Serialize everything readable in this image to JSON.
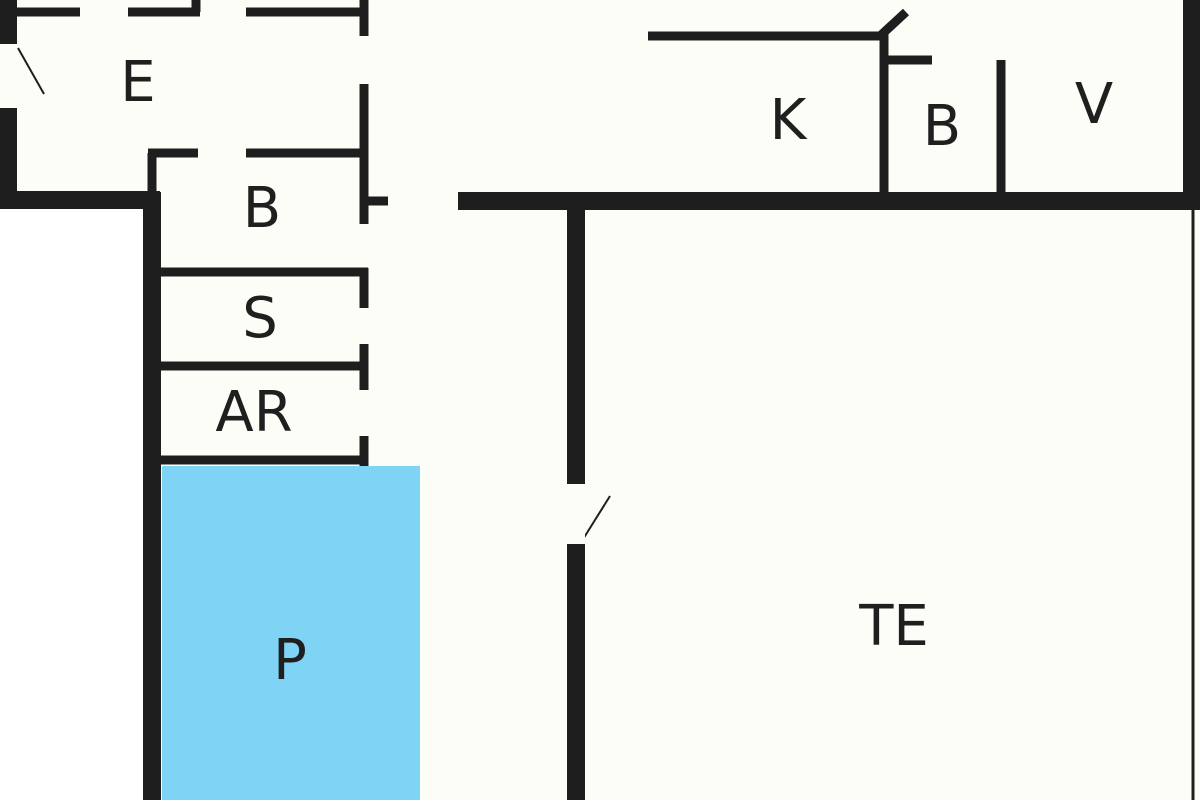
{
  "plan": {
    "background_color": "#fdfdf8",
    "wall_color": "#1e1e1e",
    "highlight_color": "#7fd4f5",
    "rooms": {
      "e": {
        "label": "E"
      },
      "b_small": {
        "label": "B"
      },
      "s": {
        "label": "S"
      },
      "ar": {
        "label": "AR"
      },
      "p": {
        "label": "P",
        "highlighted": true
      },
      "k": {
        "label": "K"
      },
      "b_right": {
        "label": "B"
      },
      "v": {
        "label": "V"
      },
      "te": {
        "label": "TE"
      }
    }
  }
}
